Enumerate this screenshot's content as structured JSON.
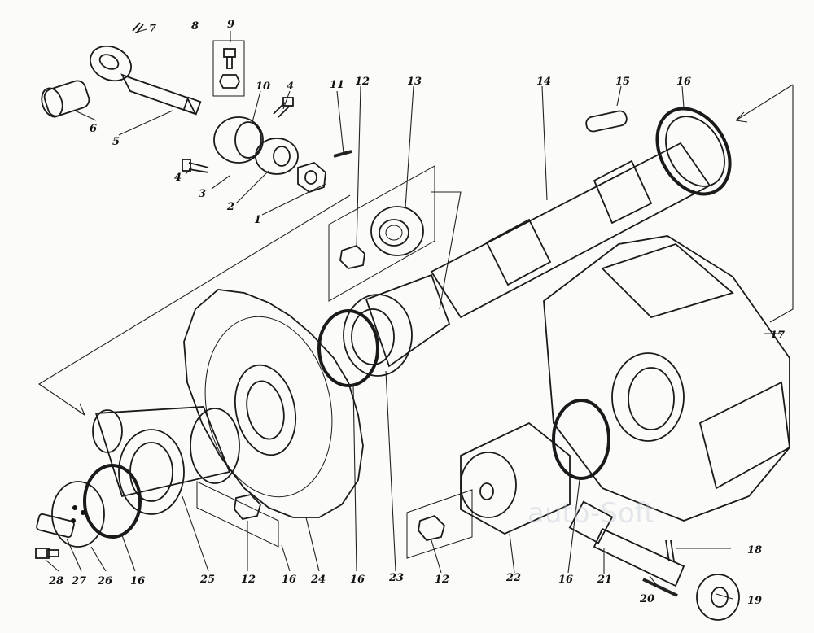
{
  "callouts": {
    "c1": "1",
    "c2": "2",
    "c3": "3",
    "c4a": "4",
    "c4b": "4",
    "c5": "5",
    "c6": "6",
    "c7": "7",
    "c8": "8",
    "c9": "9",
    "c10": "10",
    "c11": "11",
    "c12a": "12",
    "c12b": "12",
    "c12c": "12",
    "c13": "13",
    "c14": "14",
    "c15": "15",
    "c16a": "16",
    "c16b": "16",
    "c16c": "16",
    "c16d": "16",
    "c16e": "16",
    "c17": "17",
    "c18": "18",
    "c19": "19",
    "c20": "20",
    "c21": "21",
    "c22": "22",
    "c23": "23",
    "c24": "24",
    "c25": "25",
    "c26": "26",
    "c27": "27",
    "c28": "28"
  },
  "watermark": "auto-Soft",
  "colors": {
    "ink": "#1a1a1a",
    "paper": "#fbfbfa",
    "watermark": "#c9cfd6"
  }
}
